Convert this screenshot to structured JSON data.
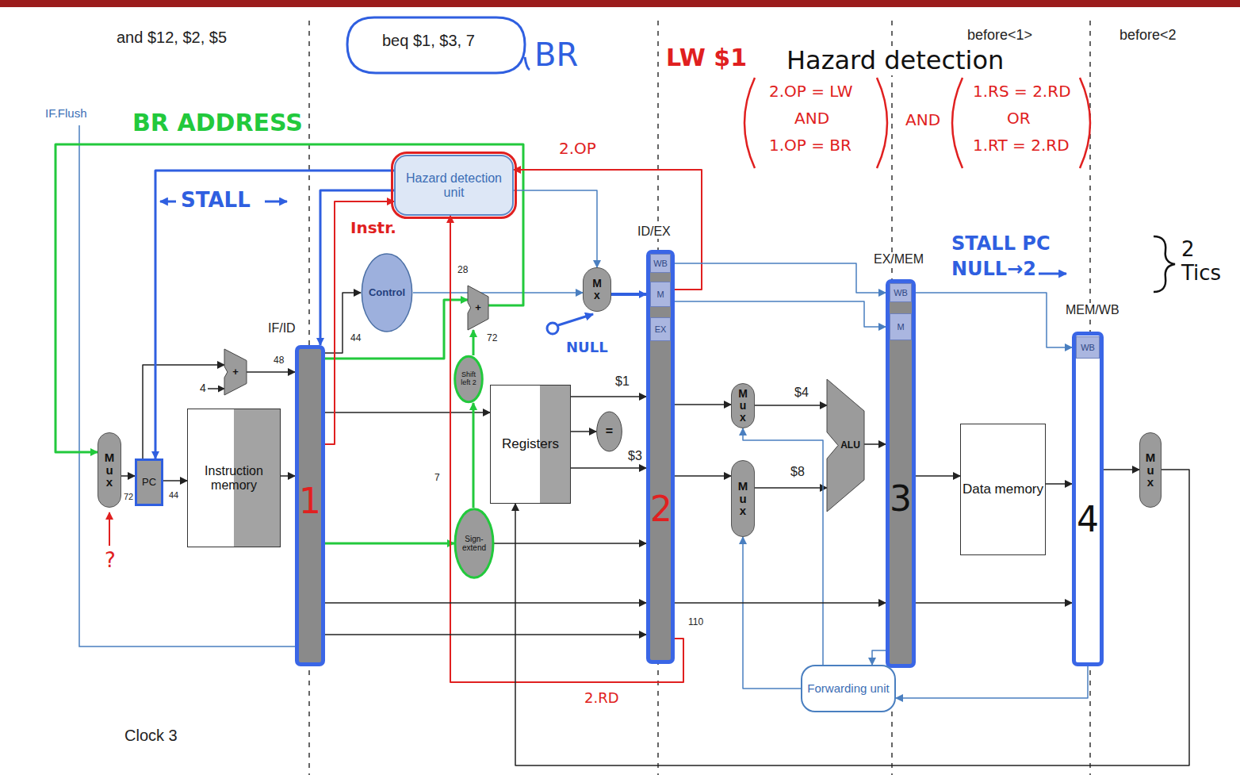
{
  "diagram": {
    "nodes": [
      {
        "text": [
          "Hazard detection unit"
        ]
      },
      {
        "text": [
          "Control"
        ]
      },
      {
        "text": [
          "M x"
        ]
      },
      {
        "text": [
          "ID/EX",
          "2"
        ]
      },
      {
        "text": [
          "WB"
        ],
        "in": 3
      },
      {
        "text": [
          "M"
        ],
        "in": 3
      },
      {
        "text": [
          "EX"
        ],
        "in": 3
      },
      {
        "text": [
          "EX/MEM",
          "3"
        ]
      },
      {
        "text": [
          "WB"
        ],
        "in": 7
      },
      {
        "text": [
          "M"
        ],
        "in": 7
      },
      {
        "text": [
          "MEM/WB",
          "4"
        ]
      },
      {
        "text": [
          "WB"
        ],
        "in": 10
      },
      {
        "text": [
          "IF/ID",
          "1"
        ]
      },
      {
        "text": [
          "+"
        ]
      },
      {
        "text": [
          "+"
        ]
      },
      {
        "text": [
          "Shift left 2"
        ]
      },
      {
        "text": [
          "M u x"
        ]
      },
      {
        "text": [
          "PC"
        ]
      },
      {
        "text": [
          "Instruction memory"
        ]
      },
      {
        "text": [
          "Registers"
        ]
      },
      {
        "text": [
          "="
        ]
      },
      {
        "text": [
          "M u x"
        ]
      },
      {
        "text": [
          "M u x"
        ]
      },
      {
        "text": [
          "ALU"
        ]
      },
      {
        "text": [
          "Data memory"
        ]
      },
      {
        "text": [
          "M u x"
        ]
      },
      {
        "text": [
          "Sign-extend"
        ]
      },
      {
        "text": [
          "Forwarding unit"
        ]
      }
    ],
    "edges": [
      {
        "from": 16,
        "to": 17,
        "arrow": "to"
      },
      {
        "from": 17,
        "to": 18,
        "arrow": "to"
      },
      {
        "from": 17,
        "to": 13,
        "arrow": "to"
      },
      {
        "from": 13,
        "to": 12,
        "arrow": "to"
      },
      {
        "from": 18,
        "to": 12,
        "arrow": "to"
      },
      {
        "from": 12,
        "to": 1,
        "arrow": "to"
      },
      {
        "from": 1,
        "to": 2,
        "arrow": "to"
      },
      {
        "from": 2,
        "to": 5,
        "arrow": "to"
      },
      {
        "from": 12,
        "to": 19,
        "arrow": "to"
      },
      {
        "from": 19,
        "to": 3,
        "arrow": "to"
      },
      {
        "from": 19,
        "to": 20,
        "arrow": "to"
      },
      {
        "from": 12,
        "to": 26,
        "arrow": "to"
      },
      {
        "from": 26,
        "to": 15,
        "arrow": "to"
      },
      {
        "from": 15,
        "to": 14,
        "arrow": "to"
      },
      {
        "from": 12,
        "to": 14,
        "arrow": "to"
      },
      {
        "from": 14,
        "to": 16,
        "arrow": "to"
      },
      {
        "from": 26,
        "to": 3,
        "arrow": "to"
      },
      {
        "from": 3,
        "to": 21,
        "arrow": "to"
      },
      {
        "from": 3,
        "to": 22,
        "arrow": "to"
      },
      {
        "from": 21,
        "to": 23,
        "arrow": "to"
      },
      {
        "from": 22,
        "to": 23,
        "arrow": "to"
      },
      {
        "from": 23,
        "to": 7,
        "arrow": "to"
      },
      {
        "from": 7,
        "to": 24,
        "arrow": "to"
      },
      {
        "from": 24,
        "to": 10,
        "arrow": "to"
      },
      {
        "from": 10,
        "to": 25,
        "arrow": "to"
      },
      {
        "from": 27,
        "to": 21,
        "arrow": "to"
      },
      {
        "from": 27,
        "to": 22,
        "arrow": "to"
      },
      {
        "from": 0,
        "to": 17,
        "arrow": "to"
      },
      {
        "from": 0,
        "to": 12,
        "arrow": "to"
      },
      {
        "from": 0,
        "to": 2,
        "arrow": "to"
      },
      {
        "from": 12,
        "to": 0,
        "arrow": "to"
      },
      {
        "from": 5,
        "to": 0,
        "arrow": "to"
      },
      {
        "from": 3,
        "to": 0,
        "arrow": "to"
      },
      {
        "from": 4,
        "to": 8,
        "arrow": "to"
      },
      {
        "from": 8,
        "to": 11,
        "arrow": "to"
      },
      {
        "from": 5,
        "to": 9,
        "arrow": "to"
      },
      {
        "from": 25,
        "to": 19,
        "arrow": "to"
      },
      {
        "from": 19,
        "to": 3,
        "arrow": "to"
      },
      {
        "from": 12,
        "to": 3,
        "arrow": "to"
      },
      {
        "from": 12,
        "to": 3,
        "arrow": "to"
      },
      {
        "from": 3,
        "to": 7,
        "arrow": "to"
      },
      {
        "from": 7,
        "to": 27,
        "arrow": "to"
      },
      {
        "from": 10,
        "to": 27,
        "arrow": "to"
      },
      {
        "from": 7,
        "to": 10,
        "arrow": "to"
      }
    ],
    "labels": [
      "and $12, $2, $5",
      "beq $1, $3, 7",
      "BR",
      "LW $1",
      "Hazard detection",
      "before<1>",
      "before<2",
      "IF.Flush",
      "BR ADDRESS",
      "STALL",
      "2.OP",
      "Instr.",
      "NULL",
      "2.OP = LW",
      "AND",
      "1.OP = BR",
      "AND",
      "1.RS = 2.RD",
      "OR",
      "1.RT = 2.RD",
      "STALL PC",
      "NULL→2",
      "2 Tics",
      "2.RD",
      "?",
      "Clock 3",
      "48",
      "44",
      "28",
      "72",
      "72",
      "44",
      "7",
      "110",
      "4",
      "$1",
      "$3",
      "$4",
      "$8"
    ]
  }
}
